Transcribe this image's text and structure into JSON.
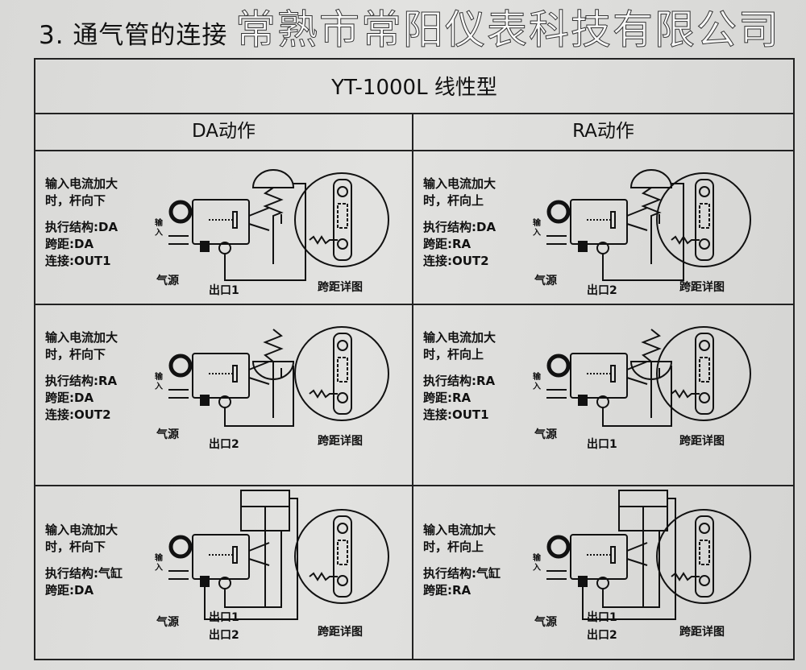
{
  "page_title": "3. 通气管的连接",
  "table": {
    "header": "YT-1000L 线性型",
    "columns": [
      "DA动作",
      "RA动作"
    ],
    "cells": [
      {
        "desc": [
          "输入电流加大",
          "时，杆向下"
        ],
        "specs": [
          "执行结构:DA",
          "跨距:DA",
          "连接:OUT1"
        ],
        "source": "气源",
        "outlets": [
          "出口1"
        ],
        "input": "输入",
        "detail": "跨距详图",
        "actuator": "dome"
      },
      {
        "desc": [
          "输入电流加大",
          "时，杆向上"
        ],
        "specs": [
          "执行结构:DA",
          "跨距:RA",
          "连接:OUT2"
        ],
        "source": "气源",
        "outlets": [
          "出口2"
        ],
        "input": "输入",
        "detail": "跨距详图",
        "actuator": "dome"
      },
      {
        "desc": [
          "输入电流加大",
          "时，杆向下"
        ],
        "specs": [
          "执行结构:RA",
          "跨距:DA",
          "连接:OUT2"
        ],
        "source": "气源",
        "outlets": [
          "出口2"
        ],
        "input": "输入",
        "detail": "跨距详图",
        "actuator": "dome-inv"
      },
      {
        "desc": [
          "输入电流加大",
          "时，杆向上"
        ],
        "specs": [
          "执行结构:RA",
          "跨距:RA",
          "连接:OUT1"
        ],
        "source": "气源",
        "outlets": [
          "出口1"
        ],
        "input": "输入",
        "detail": "跨距详图",
        "actuator": "dome-inv"
      },
      {
        "desc": [
          "输入电流加大",
          "时，杆向下"
        ],
        "specs": [
          "执行结构:气缸",
          "跨距:DA"
        ],
        "source": "气源",
        "outlets": [
          "出口1",
          "出口2"
        ],
        "input": "输入",
        "detail": "跨距详图",
        "actuator": "cylinder"
      },
      {
        "desc": [
          "输入电流加大",
          "时，杆向上"
        ],
        "specs": [
          "执行结构:气缸",
          "跨距:RA"
        ],
        "source": "气源",
        "outlets": [
          "出口1",
          "出口2"
        ],
        "input": "输入",
        "detail": "跨距详图",
        "actuator": "cylinder"
      }
    ]
  },
  "watermark": "常熟市常阳仪表科技有限公司"
}
